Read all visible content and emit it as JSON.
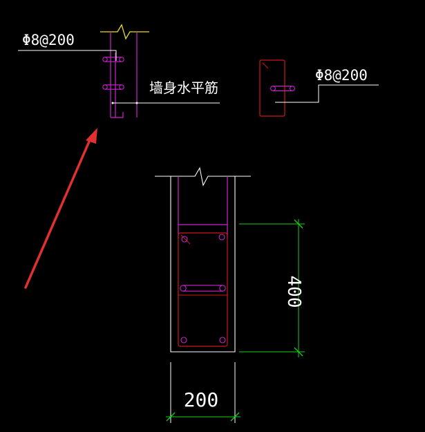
{
  "labels": {
    "rebar_spec_left": "Φ8@200",
    "rebar_spec_right": "Φ8@200",
    "wall_horizontal_bar": "墙身水平筋",
    "dim_height": "400",
    "dim_width": "200"
  },
  "colors": {
    "background": "#000000",
    "outline": "#ffffff",
    "rebar_magenta": "#d020d0",
    "stirrup_red": "#d01818",
    "dimension_green": "#18d018",
    "break_yellow": "#e8e020",
    "arrow_red": "#e03030"
  }
}
